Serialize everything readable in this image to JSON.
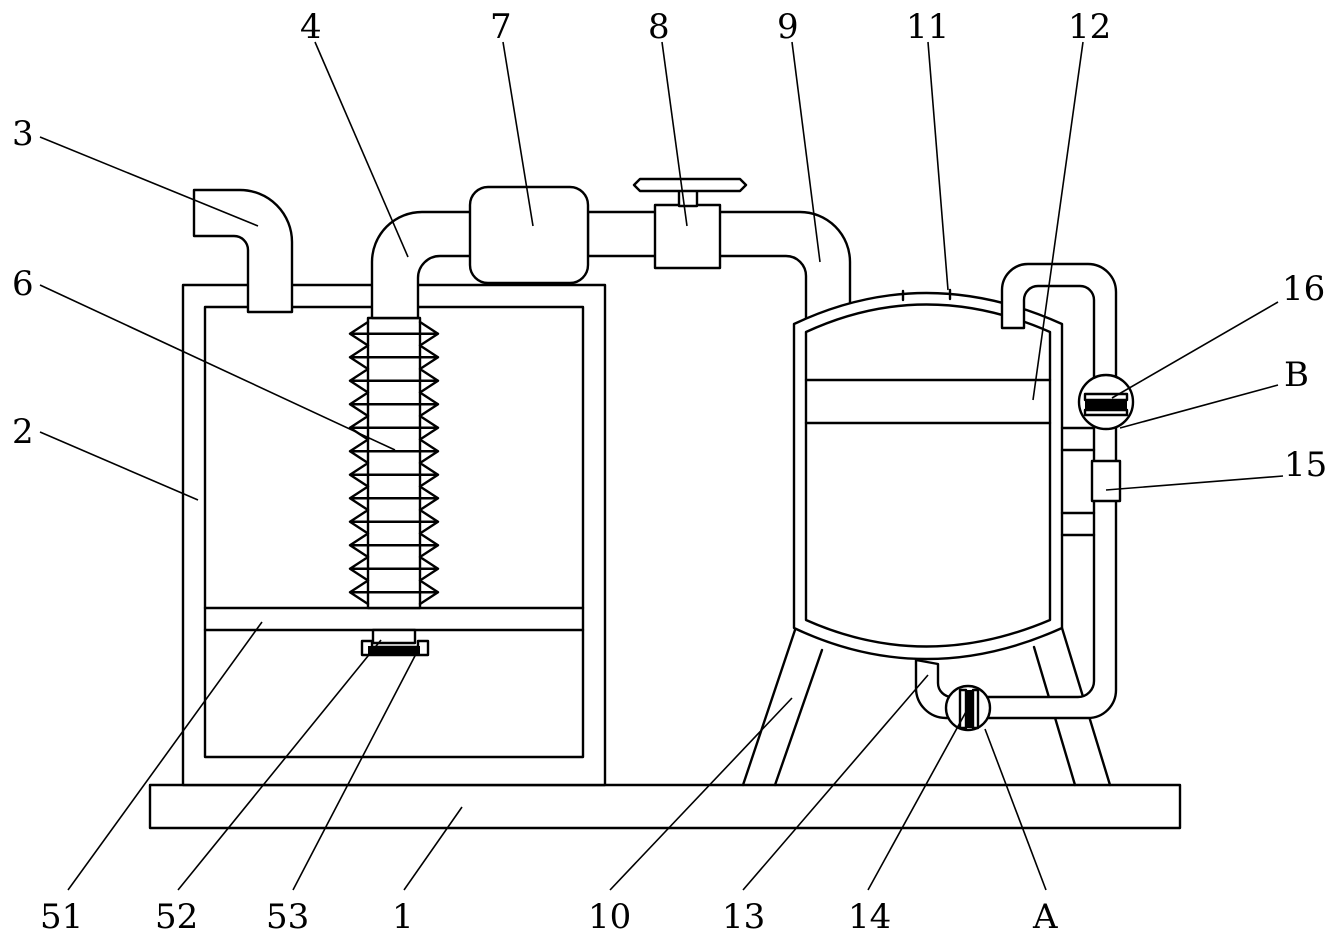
{
  "labels": {
    "l1": "1",
    "l2": "2",
    "l3": "3",
    "l4": "4",
    "l6": "6",
    "l7": "7",
    "l8": "8",
    "l9": "9",
    "l10": "10",
    "l11": "11",
    "l12": "12",
    "l13": "13",
    "l14": "14",
    "l15": "15",
    "l16": "16",
    "l51": "51",
    "l52": "52",
    "l53": "53",
    "lA": "A",
    "lB": "B"
  }
}
